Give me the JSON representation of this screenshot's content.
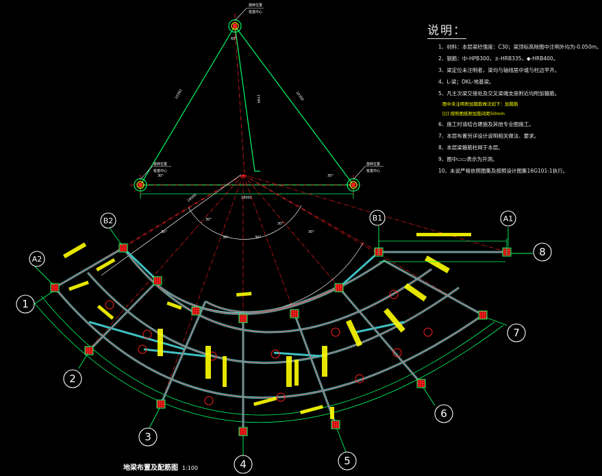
{
  "colors": {
    "background": "#000000",
    "grid_axis": "#ff2020",
    "beam": "#40c0c0",
    "column": "#ff3030",
    "dimension": "#00ff66",
    "annotation": "#ffff00",
    "white": "#ffffff"
  },
  "notes": {
    "title": "说明：",
    "items": [
      "1、材料：本层梁砼强度：C30；梁顶标高除图中注明外均为-0.050m。",
      "2、钢筋：中-HPB300，±-HRB335，◆-HRB400。",
      "3、梁定位未注明者，梁均与轴线居中或与柱边平齐。",
      "4、L-梁；DKL-地基梁。",
      "5、凡主次梁交接处及交叉梁端支座附近均附加箍筋。",
      "6、施工时请结合建施及其他专业图施工。",
      "7、本层布置另详设计说明相关做法、要求。",
      "8、本层梁箍筋柱网于本层。",
      "9、图中▭▭表示为开洞。",
      "10、未说严格依照图集及按照设计图集16G101-1执行。"
    ],
    "subnote_a": "图中未注明附加箍筋做法如下：加箍筋",
    "subnote_b": "[||] 按照图纸附加筋间距50mm"
  },
  "triangle": {
    "top_label_1": "旋转位置",
    "top_label_2": "桩基中心",
    "left_label_1": "旋转位置",
    "left_label_2": "桩基中心",
    "right_label_1": "旋转位置",
    "right_label_2": "桩基中心",
    "angle_top": "60°",
    "side_left": "10392",
    "side_right": "10392",
    "height": "7794",
    "base": "18000",
    "angle_left": "30°",
    "angle_right": "30°"
  },
  "fan": {
    "radius_dim": "18000",
    "angle_labels": [
      "30°",
      "30°",
      "30°",
      "30°",
      "30°",
      "30°"
    ]
  },
  "grid_labels": {
    "A2": "A2",
    "B2": "B2",
    "B1": "B1",
    "A1": "A1",
    "n1": "1",
    "n2": "2",
    "n3": "3",
    "n4": "4",
    "n5": "5",
    "n6": "6",
    "n7": "7",
    "n8": "8"
  },
  "drawing": {
    "title": "地梁布置及配筋图",
    "scale": "1:100"
  }
}
